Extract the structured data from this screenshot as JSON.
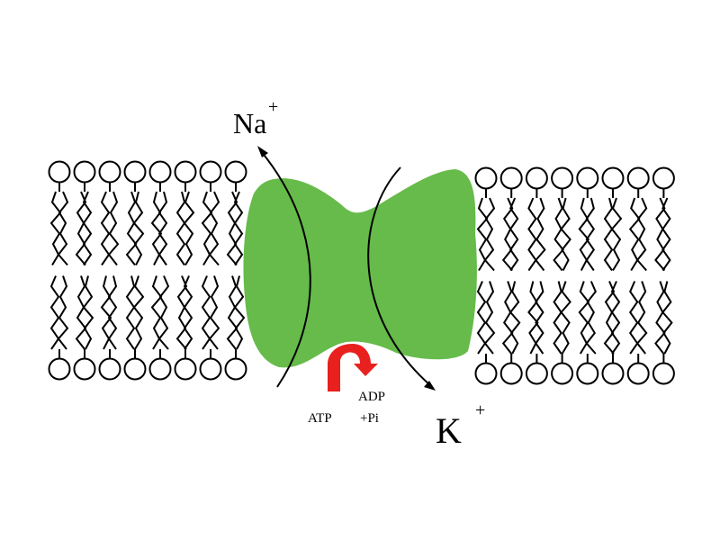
{
  "labels": {
    "sodium": "Na",
    "sodium_charge": "+",
    "potassium": "K",
    "potassium_charge": "+",
    "atp": "ATP",
    "adp": "ADP",
    "pi": "+Pi"
  },
  "colors": {
    "protein": "#66bb4a",
    "atp_arrow": "#e8201e",
    "lines": "#000000"
  }
}
